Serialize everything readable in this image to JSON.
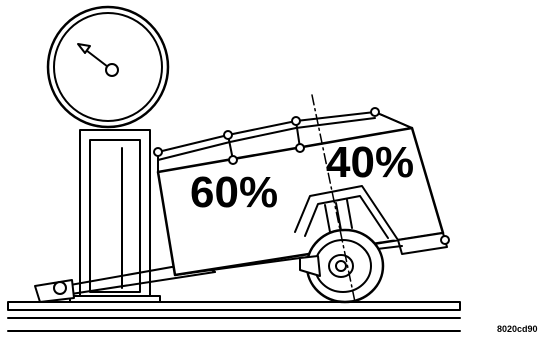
{
  "labels": {
    "front_percent": "60%",
    "rear_percent": "40%",
    "figure_code": "8020cd90"
  },
  "icons": {
    "scale": "weighing-scale-icon",
    "trailer": "trailer-icon",
    "wheel": "wheel-icon"
  }
}
